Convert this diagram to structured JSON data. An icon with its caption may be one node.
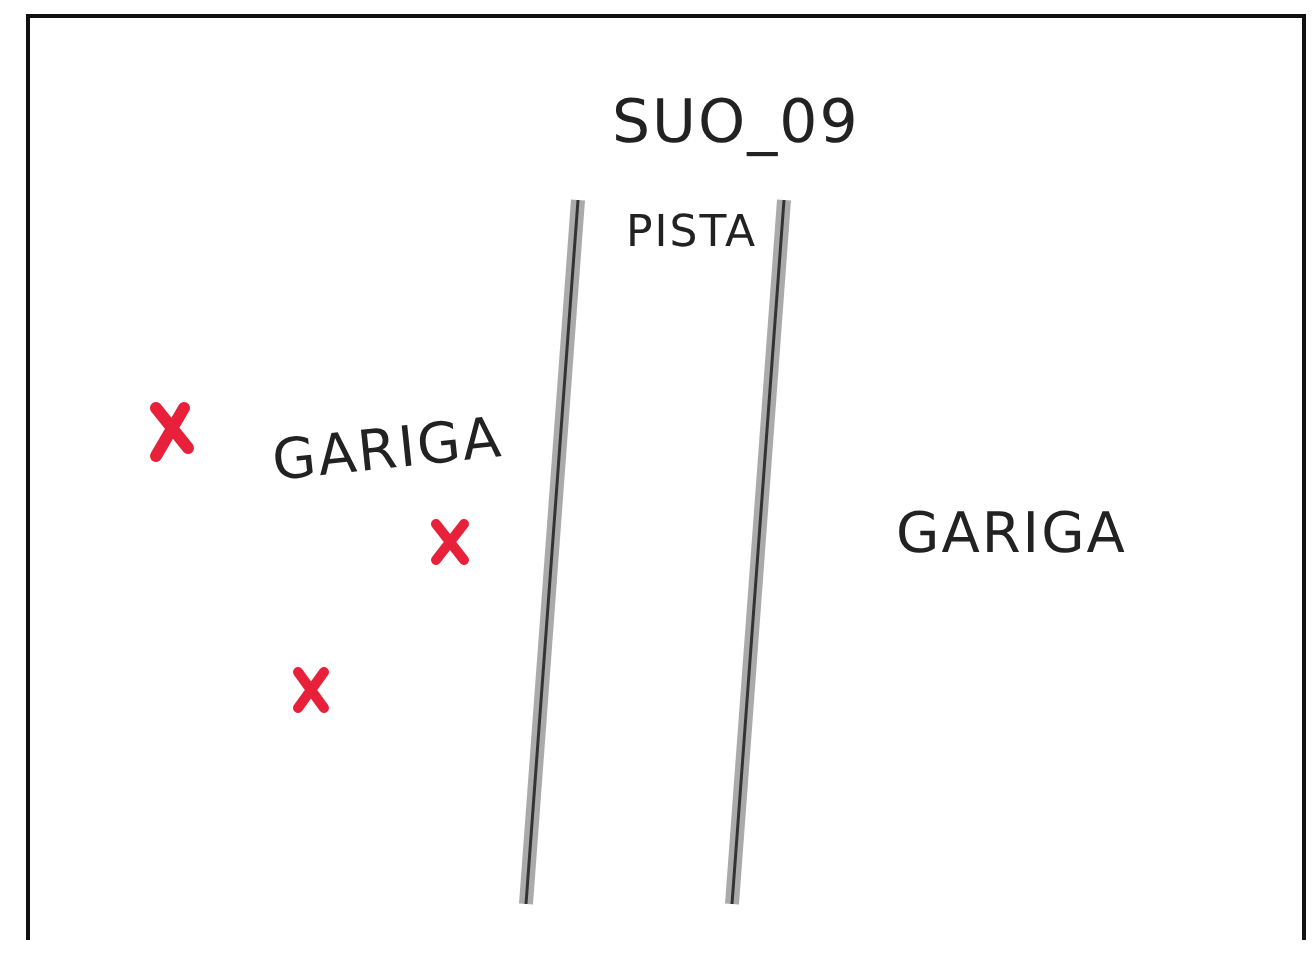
{
  "diagram": {
    "title": "SUO_09",
    "nodes": [
      {
        "text": [
          "PISTA"
        ]
      }
    ],
    "labels": [
      "GARIGA",
      "GARIGA"
    ]
  }
}
